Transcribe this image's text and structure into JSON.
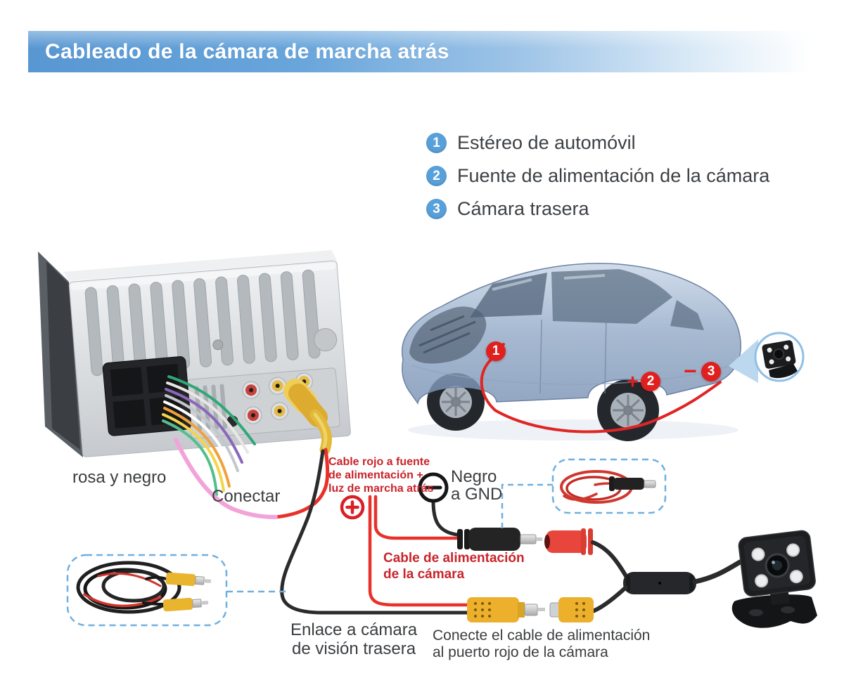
{
  "banner": {
    "title": "Cableado de la cámara de marcha atrás"
  },
  "legend": [
    {
      "num": "1",
      "label": "Estéreo de automóvil"
    },
    {
      "num": "2",
      "label": "Fuente de alimentación de la cámara"
    },
    {
      "num": "3",
      "label": "Cámara trasera"
    }
  ],
  "labels": {
    "pink_black_wire": "rosa y negro",
    "connect": "Conectar",
    "red_wire_note": [
      "Cable rojo a fuente",
      "de alimentación +",
      "luz de marcha atrás"
    ],
    "black_gnd": [
      "Negro",
      "a GND"
    ],
    "camera_power": [
      "Cable de alimentación",
      "de la cámara"
    ],
    "rear_camera_link": [
      "Enlace a cámara",
      "de visión trasera"
    ],
    "connect_power_note": [
      "Conecte el cable de alimentación",
      "al puerto rojo de la cámara"
    ]
  },
  "car_markers": {
    "m1": "1",
    "m2": "2",
    "m3": "3",
    "plus": "+",
    "minus": "−"
  },
  "colors": {
    "banner_blue": "#5897d2",
    "legend_blue": "#58a0da",
    "marker_red": "#e01f1f",
    "text_red": "#c9242b",
    "wire_red": "#e52a23",
    "wire_pink": "#f2a3d8",
    "wire_black": "#2b2b2b",
    "rca_yellow": "#e9b42e",
    "dc_jack_red": "#e8453c",
    "callout_dashed_blue": "#6fb0e0",
    "text_gray": "#3a3d40"
  }
}
